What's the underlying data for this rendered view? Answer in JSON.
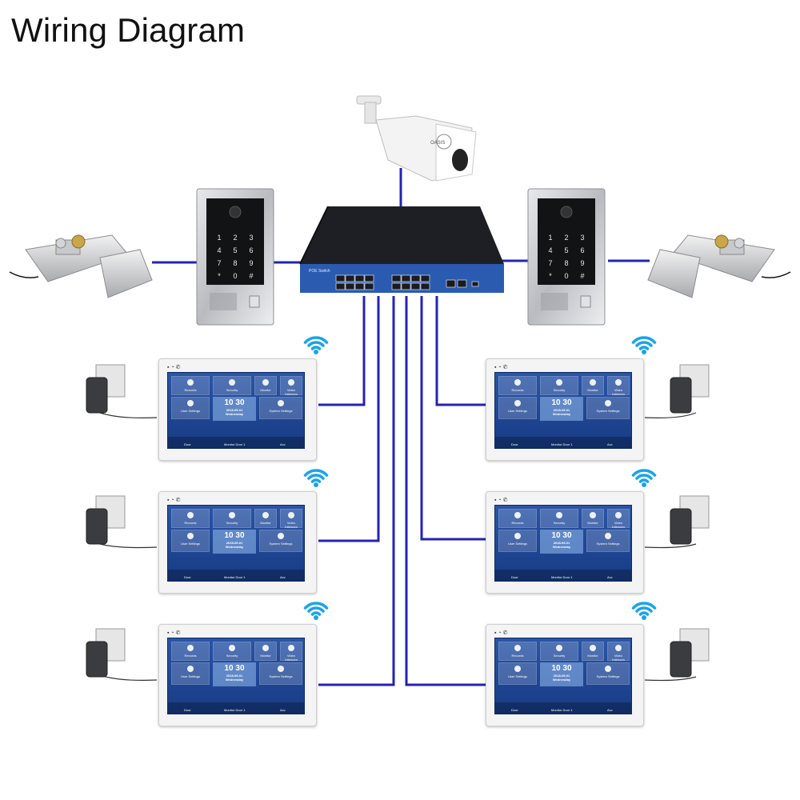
{
  "title": "Wiring Diagram",
  "colors": {
    "wire": "#2323b4",
    "switch_body": "#24252a",
    "switch_front": "#2a5bb0",
    "panel": "#c8c9cc"
  },
  "camera": {
    "brand": "OASIS"
  },
  "switch": {
    "label": "POE Switch"
  },
  "door_station": {
    "keys": [
      "1",
      "2",
      "3",
      "4",
      "5",
      "6",
      "7",
      "8",
      "9",
      "*",
      "0",
      "#"
    ]
  },
  "monitor": {
    "tiles": [
      "Records",
      "Security",
      "Monitor",
      "Video Intercom",
      "User Settings",
      "System Settings"
    ],
    "time": "10 30",
    "date": "2018-05-01",
    "weekday": "Wednesday",
    "bottom": [
      "Door",
      "Monitor Door 1",
      "Acc"
    ]
  },
  "icons": [
    "bullet-camera-icon",
    "wifi-icon",
    "power-adapter-icon",
    "electric-lock-icon"
  ]
}
